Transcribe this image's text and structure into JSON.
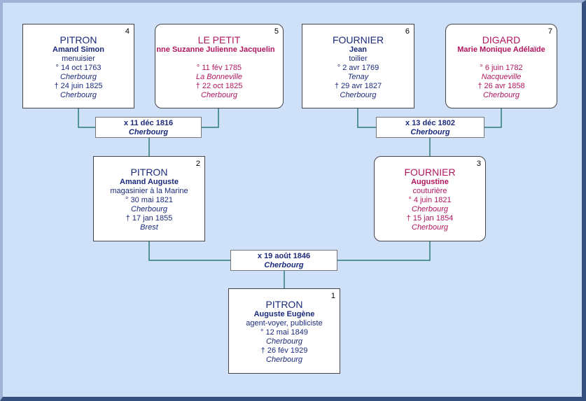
{
  "persons": {
    "p4": {
      "num": "4",
      "surname": "PITRON",
      "given": "Amand Simon",
      "occupation": "menuisier",
      "birth": "° 14 oct 1763",
      "birth_place": "Cherbourg",
      "death": "† 24 juin 1825",
      "death_place": "Cherbourg"
    },
    "p5": {
      "num": "5",
      "surname": "LE PETIT",
      "given": "nne Suzanne Julienne Jacquelin",
      "occupation": "",
      "birth": "° 11 fév 1785",
      "birth_place": "La Bonneville",
      "death": "† 22 oct 1825",
      "death_place": "Cherbourg"
    },
    "p6": {
      "num": "6",
      "surname": "FOURNIER",
      "given": "Jean",
      "occupation": "toilier",
      "birth": "° 2 avr 1769",
      "birth_place": "Tenay",
      "death": "† 29 avr 1827",
      "death_place": "Cherbourg"
    },
    "p7": {
      "num": "7",
      "surname": "DIGARD",
      "given": "Marie Monique Adélaïde",
      "occupation": "",
      "birth": "° 6 juin 1782",
      "birth_place": "Nacqueville",
      "death": "† 26 avr 1858",
      "death_place": "Cherbourg"
    },
    "p2": {
      "num": "2",
      "surname": "PITRON",
      "given": "Amand Auguste",
      "occupation": "magasinier à la Marine",
      "birth": "° 30 mai 1821",
      "birth_place": "Cherbourg",
      "death": "† 17 jan 1855",
      "death_place": "Brest"
    },
    "p3": {
      "num": "3",
      "surname": "FOURNIER",
      "given": "Augustine",
      "occupation": "couturière",
      "birth": "° 4 juin 1821",
      "birth_place": "Cherbourg",
      "death": "† 15 jan 1854",
      "death_place": "Cherbourg"
    },
    "p1": {
      "num": "1",
      "surname": "PITRON",
      "given": "Auguste Eugène",
      "occupation": "agent-voyer, publiciste",
      "birth": "° 12 mai 1849",
      "birth_place": "Cherbourg",
      "death": "† 26 fév 1929",
      "death_place": "Cherbourg"
    }
  },
  "marriages": {
    "m45": {
      "date": "x 11 déc 1816",
      "place": "Cherbourg"
    },
    "m67": {
      "date": "x 13 déc 1802",
      "place": "Cherbourg"
    },
    "m23": {
      "date": "x 19 août 1846",
      "place": "Cherbourg"
    }
  },
  "colors": {
    "male": "#1b2a7a",
    "female": "#b0165e",
    "line": "#2a7a7a",
    "background": "#cfe1f9"
  }
}
